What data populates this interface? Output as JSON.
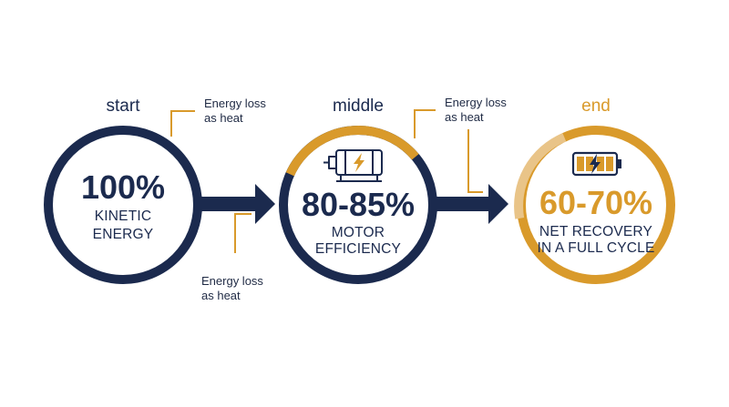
{
  "colors": {
    "navy": "#1b2a4e",
    "gold": "#d99a2b",
    "light_gold": "#e9c488",
    "note_text": "#1f2a44"
  },
  "stages": [
    {
      "label": "start",
      "value": "100%",
      "line1": "KINETIC",
      "line2": "ENERGY",
      "icon": "none"
    },
    {
      "label": "middle",
      "value": "80-85%",
      "line1": "MOTOR",
      "line2": "EFFICIENCY",
      "icon": "electric-motor-icon"
    },
    {
      "label": "end",
      "value": "60-70%",
      "line1": "NET RECOVERY",
      "line2": "IN A FULL CYCLE",
      "icon": "battery-charging-icon"
    }
  ],
  "notes": {
    "top_left": {
      "line1": "Energy loss",
      "line2": "as heat"
    },
    "bottom_left": {
      "line1": "Energy loss",
      "line2": "as heat"
    },
    "top_right": {
      "line1": "Energy loss",
      "line2": "as heat"
    }
  }
}
